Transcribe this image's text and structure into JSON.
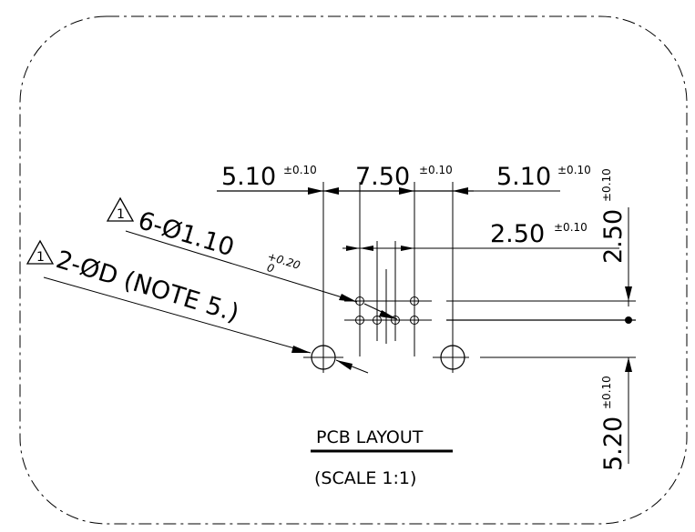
{
  "dimensions": {
    "top_left": {
      "value": "5.10",
      "tolerance": "±0.10"
    },
    "top_mid": {
      "value": "7.50",
      "tolerance": "±0.10"
    },
    "top_right": {
      "value": "5.10",
      "tolerance": "±0.10"
    },
    "pitch": {
      "value": "2.50",
      "tolerance": "±0.10"
    },
    "vert_top": {
      "value": "2.50",
      "tolerance": "±0.10"
    },
    "vert_bottom": {
      "value": "5.20",
      "tolerance": "±0.10"
    }
  },
  "callouts": {
    "holes_small": {
      "marker": "1",
      "text": "6-Ø1.10",
      "tolerance_upper": "+0.20",
      "tolerance_lower": "0"
    },
    "holes_large": {
      "marker": "1",
      "text": "2-ØD (NOTE 5.)"
    }
  },
  "title": {
    "main": "PCB LAYOUT",
    "sub": "(SCALE 1:1)"
  }
}
